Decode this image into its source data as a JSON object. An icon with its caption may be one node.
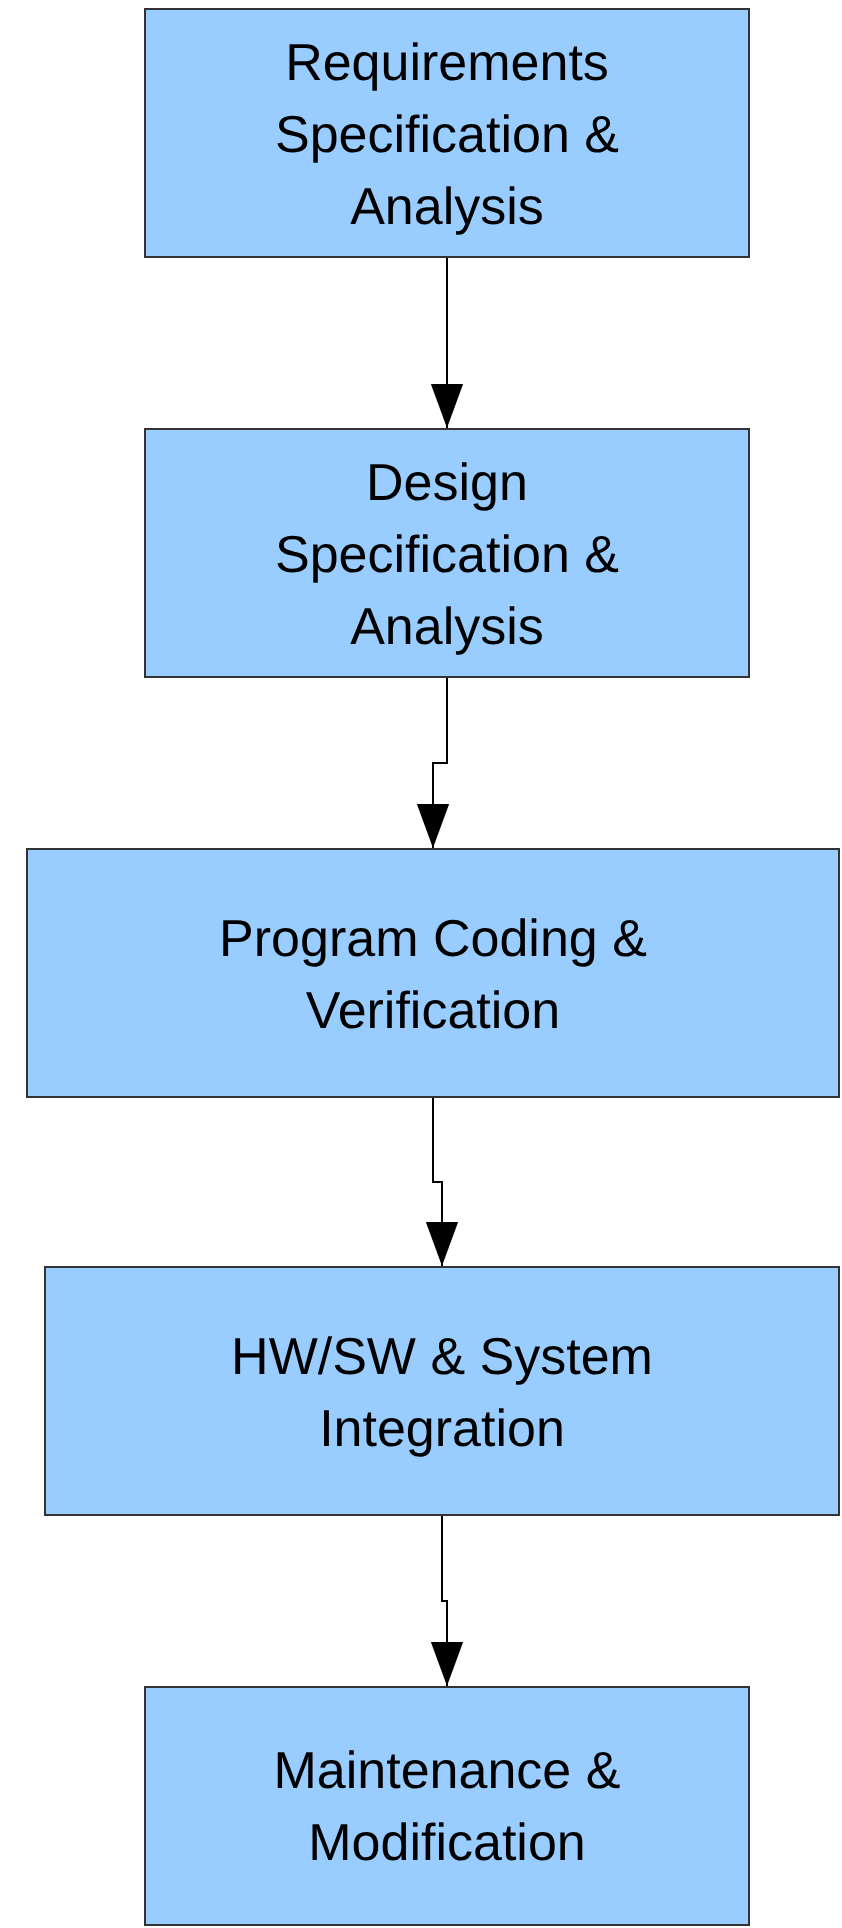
{
  "diagram": {
    "nodes": [
      {
        "text": [
          "Requirements Specification & Analysis"
        ]
      },
      {
        "text": [
          "Design Specification & Analysis"
        ]
      },
      {
        "text": [
          "Program Coding & Verification"
        ]
      },
      {
        "text": [
          "HW/SW & System Integration"
        ]
      },
      {
        "text": [
          "Maintenance & Modification"
        ]
      }
    ],
    "edges": [
      {
        "from": 0,
        "to": 1,
        "arrow": "to"
      },
      {
        "from": 1,
        "to": 2,
        "arrow": "to"
      },
      {
        "from": 2,
        "to": 3,
        "arrow": "to"
      },
      {
        "from": 3,
        "to": 4,
        "arrow": "to"
      }
    ]
  }
}
